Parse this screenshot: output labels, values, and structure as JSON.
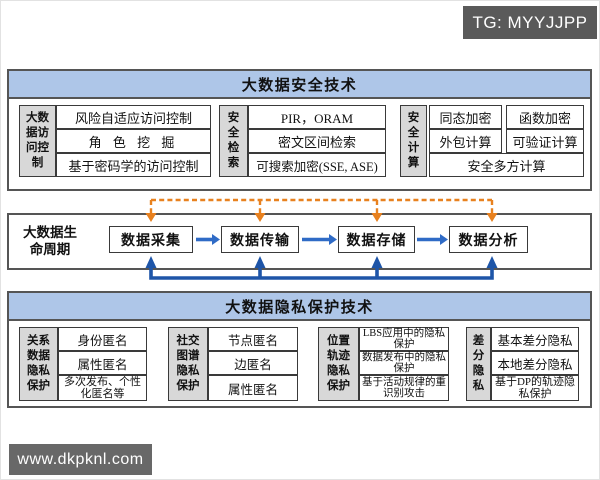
{
  "badges": {
    "tg": "TG: MYYJJPP",
    "website": "www.dkpknl.com"
  },
  "colors": {
    "header_blue": "#aec6e8",
    "label_gray": "#d8d8d8",
    "border_dark": "#555555",
    "orange_dashed": "#e8811f",
    "flow_blue": "#2f6bc6",
    "feedback_blue": "#1e55a8",
    "badge_gray": "#5a5a5a"
  },
  "security": {
    "title": "大数据安全技术",
    "groups": [
      {
        "label": "大数\n据访\n问控\n制",
        "label_full": "大数据访问控制",
        "rows": [
          "风险自适应访问控制",
          "角 色 挖 掘",
          "基于密码学的访问控制"
        ]
      },
      {
        "label": "安\n全\n检\n索",
        "label_full": "安全检索",
        "rows": [
          "PIR，ORAM",
          "密文区间检索",
          "可搜索加密(SSE, ASE)"
        ]
      },
      {
        "label": "安\n全\n计\n算",
        "label_full": "安全计算",
        "grid": [
          "同态加密",
          "函数加密",
          "外包计算",
          "可验证计算"
        ],
        "span_row": "安全多方计算"
      }
    ]
  },
  "lifecycle": {
    "label": "大数据生\n命周期",
    "label_full": "大数据生命周期",
    "stages": [
      "数据采集",
      "数据传输",
      "数据存储",
      "数据分析"
    ]
  },
  "privacy": {
    "title": "大数据隐私保护技术",
    "groups": [
      {
        "label": "关系\n数据\n隐私\n保护",
        "label_full": "关系数据隐私保护",
        "rows": [
          "身份匿名",
          "属性匿名",
          "多次发布、个性化匿名等"
        ]
      },
      {
        "label": "社交\n图谱\n隐私\n保护",
        "label_full": "社交图谱隐私保护",
        "rows": [
          "节点匿名",
          "边匿名",
          "属性匿名"
        ]
      },
      {
        "label": "位置\n轨迹\n隐私\n保护",
        "label_full": "位置轨迹隐私保护",
        "rows": [
          "LBS应用中的隐私保护",
          "数据发布中的隐私保护",
          "基于活动规律的重识别攻击"
        ]
      },
      {
        "label": "差\n分\n隐\n私",
        "label_full": "差分隐私",
        "rows": [
          "基本差分隐私",
          "本地差分隐私",
          "基于DP的轨迹隐私保护"
        ]
      }
    ]
  }
}
